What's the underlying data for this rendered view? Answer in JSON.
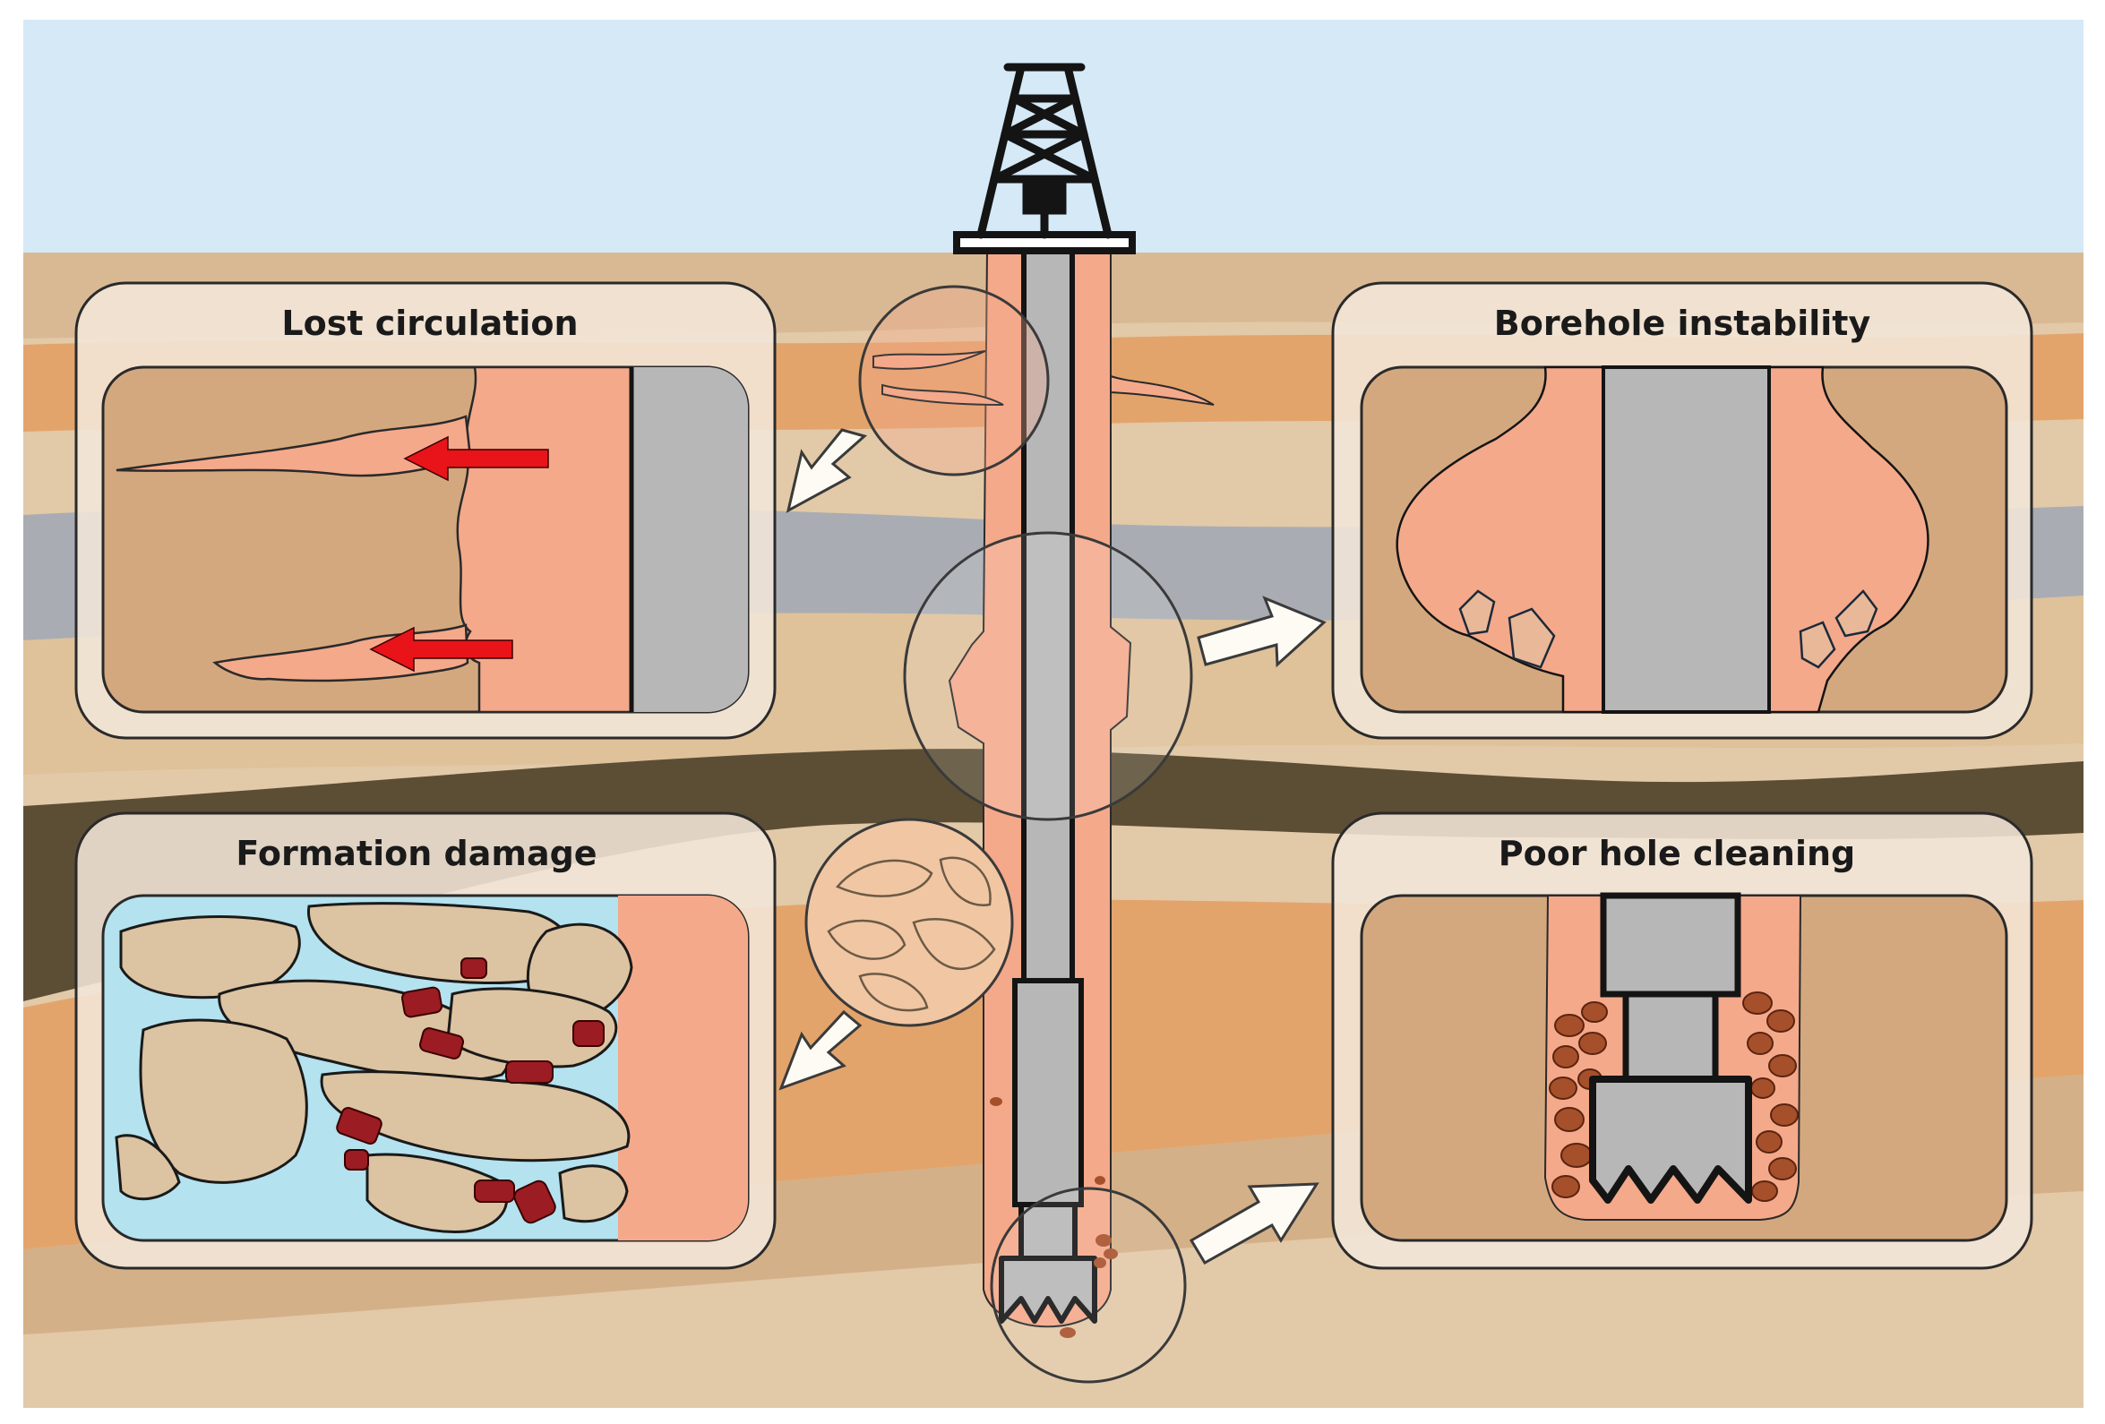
{
  "panels": {
    "lost_circulation": {
      "title": "Lost circulation"
    },
    "borehole_instability": {
      "title": "Borehole instability"
    },
    "formation_damage": {
      "title": "Formation damage"
    },
    "poor_hole_cleaning": {
      "title": "Poor hole cleaning"
    }
  },
  "colors": {
    "sky": "#d5e9f6",
    "sand_light": "#e2c9a8",
    "sand_tan": "#d7b48d",
    "orange_layer": "#e3a46c",
    "gray_layer": "#a9adb3",
    "dark_layer": "#5b4e35",
    "mud": "#f4a98b",
    "pipe": "#b7b7b7",
    "water": "#b4e2ef",
    "cuttings_red": "#9b1c22",
    "cuttings_brown": "#a6502b",
    "arrow_red": "#e8141a",
    "outline": "#141414"
  }
}
